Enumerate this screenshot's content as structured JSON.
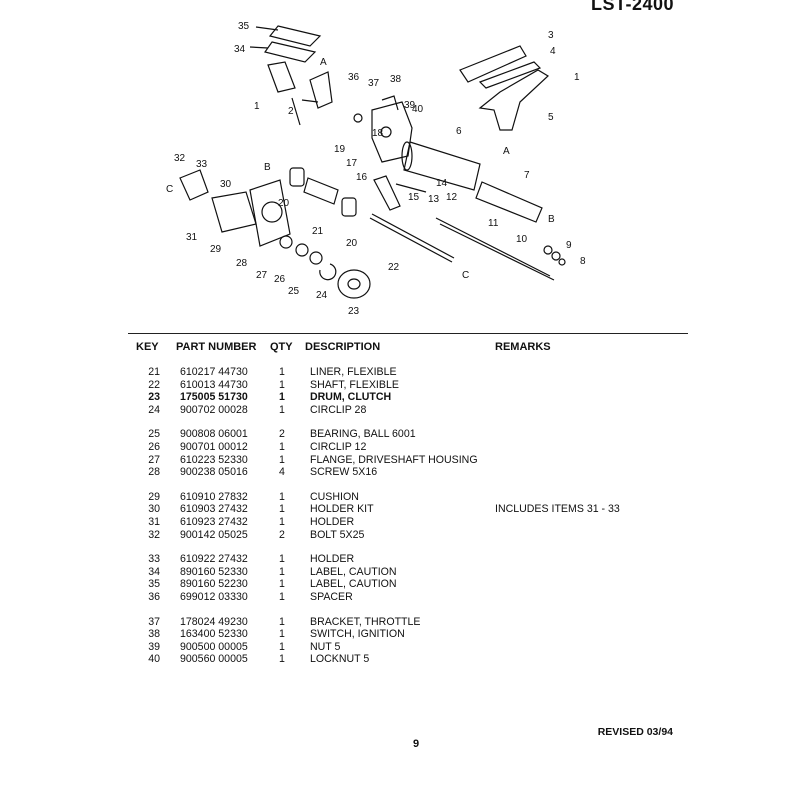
{
  "model": "LST-2400",
  "diagram": {
    "callouts": [
      "35",
      "34",
      "1",
      "2",
      "A",
      "36",
      "37",
      "38",
      "18",
      "19",
      "39",
      "40",
      "17",
      "16",
      "14",
      "15",
      "3",
      "4",
      "1",
      "5",
      "6",
      "A",
      "13",
      "12",
      "7",
      "B",
      "11",
      "10",
      "9",
      "8",
      "32",
      "33",
      "30",
      "C",
      "31",
      "29",
      "27",
      "28",
      "B",
      "20",
      "21",
      "20",
      "26",
      "25",
      "24",
      "23",
      "22",
      "C"
    ]
  },
  "table": {
    "headers": {
      "key": "KEY",
      "part": "PART NUMBER",
      "qty": "QTY",
      "desc": "DESCRIPTION",
      "remarks": "REMARKS"
    },
    "rows": [
      {
        "key": "21",
        "part": "610217 44730",
        "qty": "1",
        "desc": "LINER, FLEXIBLE",
        "remarks": ""
      },
      {
        "key": "22",
        "part": "610013 44730",
        "qty": "1",
        "desc": "SHAFT, FLEXIBLE",
        "remarks": ""
      },
      {
        "key": "23",
        "part": "175005 51730",
        "qty": "1",
        "desc": "DRUM, CLUTCH",
        "remarks": ""
      },
      {
        "key": "24",
        "part": "900702 00028",
        "qty": "1",
        "desc": "CIRCLIP  28",
        "remarks": ""
      },
      {
        "key": "25",
        "part": "900808 06001",
        "qty": "2",
        "desc": "BEARING, BALL  6001",
        "remarks": ""
      },
      {
        "key": "26",
        "part": "900701 00012",
        "qty": "1",
        "desc": "CIRCLIP  12",
        "remarks": ""
      },
      {
        "key": "27",
        "part": "610223 52330",
        "qty": "1",
        "desc": "FLANGE, DRIVESHAFT HOUSING",
        "remarks": ""
      },
      {
        "key": "28",
        "part": "900238 05016",
        "qty": "4",
        "desc": "SCREW  5X16",
        "remarks": ""
      },
      {
        "key": "29",
        "part": "610910 27832",
        "qty": "1",
        "desc": "CUSHION",
        "remarks": ""
      },
      {
        "key": "30",
        "part": "610903 27432",
        "qty": "1",
        "desc": "HOLDER KIT",
        "remarks": "INCLUDES ITEMS 31 - 33"
      },
      {
        "key": "31",
        "part": "610923 27432",
        "qty": "1",
        "desc": "HOLDER",
        "remarks": ""
      },
      {
        "key": "32",
        "part": "900142 05025",
        "qty": "2",
        "desc": "BOLT  5X25",
        "remarks": ""
      },
      {
        "key": "33",
        "part": "610922 27432",
        "qty": "1",
        "desc": "HOLDER",
        "remarks": ""
      },
      {
        "key": "34",
        "part": "890160 52330",
        "qty": "1",
        "desc": "LABEL, CAUTION",
        "remarks": ""
      },
      {
        "key": "35",
        "part": "890160 52230",
        "qty": "1",
        "desc": "LABEL, CAUTION",
        "remarks": ""
      },
      {
        "key": "36",
        "part": "699012 03330",
        "qty": "1",
        "desc": "SPACER",
        "remarks": ""
      },
      {
        "key": "37",
        "part": "178024 49230",
        "qty": "1",
        "desc": "BRACKET, THROTTLE",
        "remarks": ""
      },
      {
        "key": "38",
        "part": "163400 52330",
        "qty": "1",
        "desc": "SWITCH, IGNITION",
        "remarks": ""
      },
      {
        "key": "39",
        "part": "900500 00005",
        "qty": "1",
        "desc": "NUT  5",
        "remarks": ""
      },
      {
        "key": "40",
        "part": "900560 00005",
        "qty": "1",
        "desc": "LOCKNUT  5",
        "remarks": ""
      }
    ]
  },
  "footer": {
    "revised": "REVISED 03/94",
    "page": "9"
  }
}
